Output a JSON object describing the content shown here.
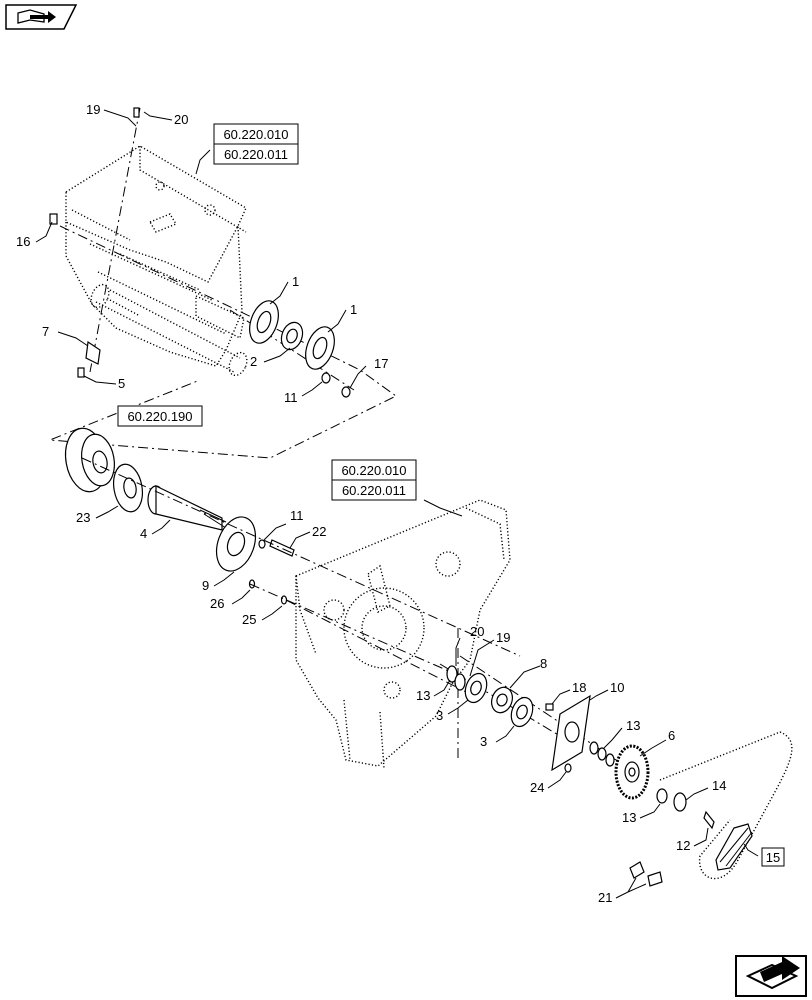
{
  "nav": {
    "prev_icon": "book-arrow-icon",
    "next_icon": "next-page-arrow-icon"
  },
  "references": {
    "upper_a": "60.220.010",
    "upper_b": "60.220.011",
    "left": "60.220.190",
    "lower_a": "60.220.010",
    "lower_b": "60.220.011"
  },
  "callouts": {
    "c19_top": "19",
    "c20_top": "20",
    "c16": "16",
    "c7": "7",
    "c5": "5",
    "c1_a": "1",
    "c1_b": "1",
    "c2": "2",
    "c17": "17",
    "c11_top": "11",
    "c23": "23",
    "c4": "4",
    "c11_mid": "11",
    "c22": "22",
    "c9": "9",
    "c26": "26",
    "c25": "25",
    "c20_mid": "20",
    "c19_mid": "19",
    "c8": "8",
    "c18": "18",
    "c10": "10",
    "c13_a": "13",
    "c3_a": "3",
    "c3_b": "3",
    "c13_b": "13",
    "c6": "6",
    "c24": "24",
    "c14": "14",
    "c13_c": "13",
    "c12": "12",
    "c15": "15",
    "c21": "21"
  }
}
